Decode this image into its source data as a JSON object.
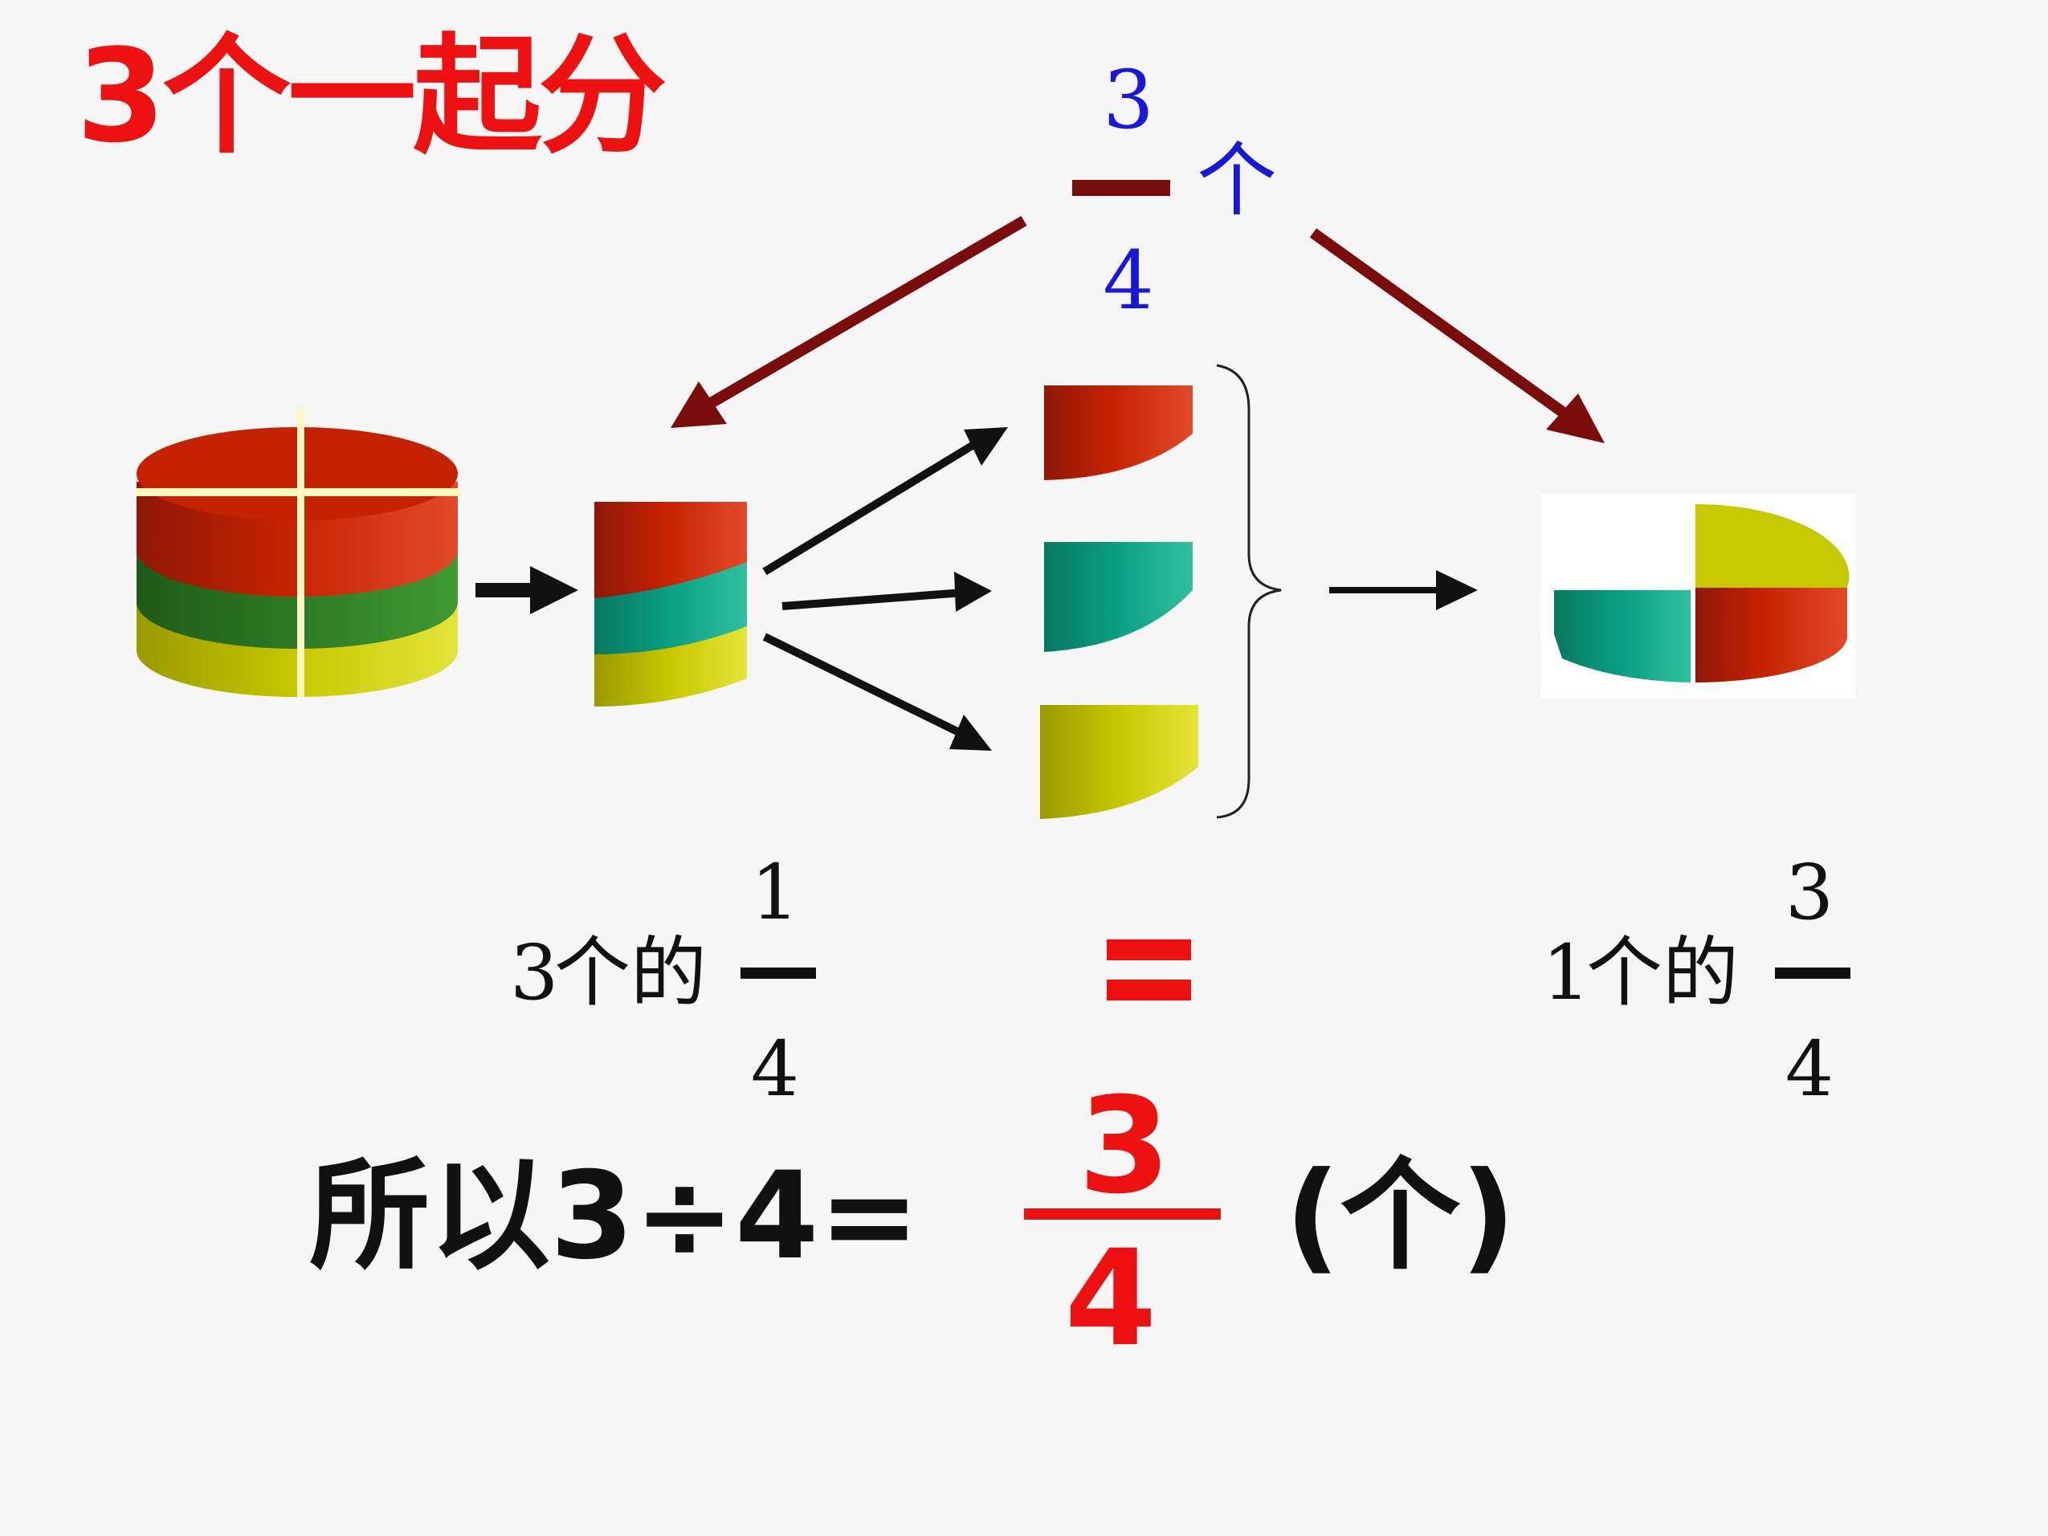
{
  "title": "3个一起分",
  "top_fraction": {
    "numerator": "3",
    "denominator": "4",
    "unit": "个"
  },
  "left_expr": {
    "whole": "3",
    "text": "个的",
    "numerator": "1",
    "denominator": "4"
  },
  "equals": "=",
  "right_expr": {
    "whole": "1",
    "text": "个的",
    "numerator": "3",
    "denominator": "4"
  },
  "conclusion": {
    "prefix": "所以3÷4=",
    "numerator": "3",
    "denominator": "4",
    "unit": "(个)"
  },
  "colors": {
    "red": "#c42200",
    "green": "#2e7a23",
    "teal": "#0aa083",
    "yellow": "#c8c800",
    "arrow_dark": "#7a0c0c",
    "accent_red": "#ee1111",
    "blue": "#1a18d8"
  }
}
